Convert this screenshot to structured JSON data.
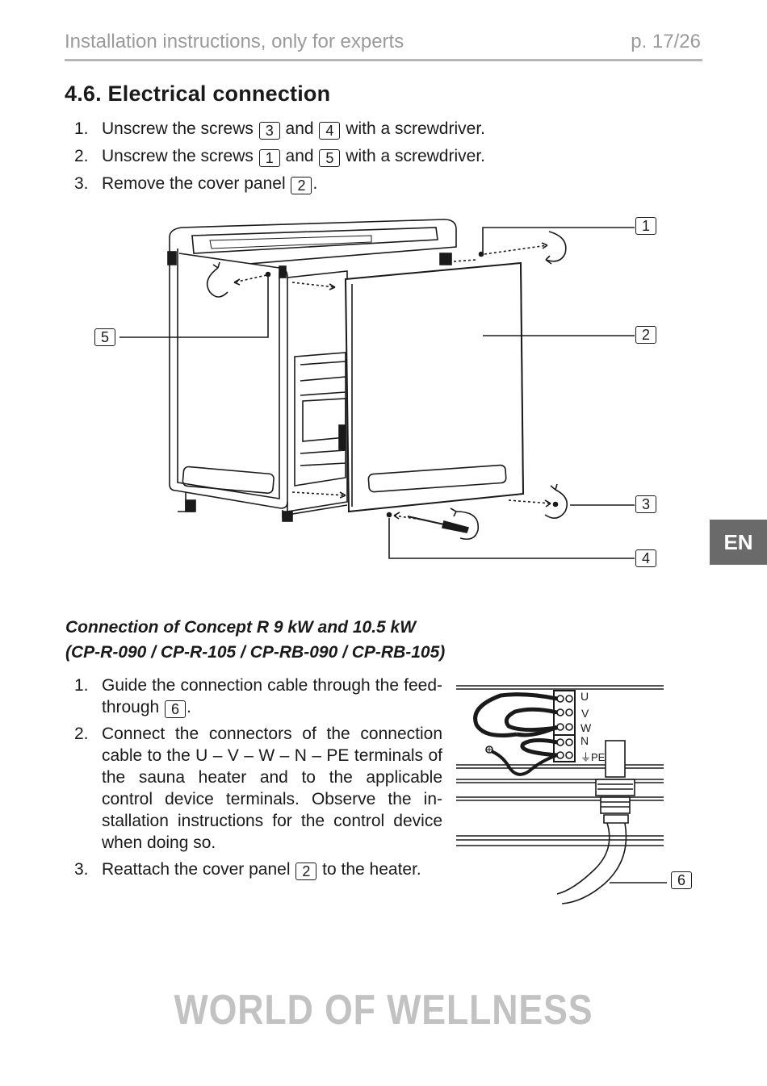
{
  "header": {
    "title": "Installation instructions, only for experts",
    "page": "p. 17/26"
  },
  "section": {
    "title": "4.6. Electrical connection",
    "steps": [
      {
        "num": "1.",
        "pre": "Unscrew the screws ",
        "ref1": "3",
        "mid": " and ",
        "ref2": "4",
        "post": " with a screwdriver."
      },
      {
        "num": "2.",
        "pre": "Unscrew the screws ",
        "ref1": "1",
        "mid": " and ",
        "ref2": "5",
        "post": " with a screwdriver."
      },
      {
        "num": "3.",
        "pre": "Remove the cover panel ",
        "ref1": "2",
        "post": "."
      }
    ]
  },
  "figure1": {
    "callouts": [
      "1",
      "2",
      "3",
      "4",
      "5"
    ]
  },
  "lang_tab": "EN",
  "connection": {
    "title_line1": "Connection of Concept R 9 kW and 10.5 kW",
    "title_line2": "(CP-R-090 / CP-R-105 / CP-RB-090 / CP-RB-105)",
    "steps": [
      {
        "num": "1.",
        "pre": "Guide the connection cable through the feed-through ",
        "ref": "6",
        "post": "."
      },
      {
        "num": "2.",
        "text": "Connect the connectors of the connection cable to the U – V – W – N – PE terminals of the sauna heater and to the applicable control device terminals. Observe the in-stallation instructions for the control device when doing so."
      },
      {
        "num": "3.",
        "pre": "Reattach the cover panel ",
        "ref": "2",
        "post": " to the heater."
      }
    ]
  },
  "figure2": {
    "terminals": [
      "U",
      "V",
      "W",
      "N",
      "PE"
    ],
    "callout": "6"
  },
  "footer": {
    "brand": "WORLD OF WELLNESS"
  }
}
